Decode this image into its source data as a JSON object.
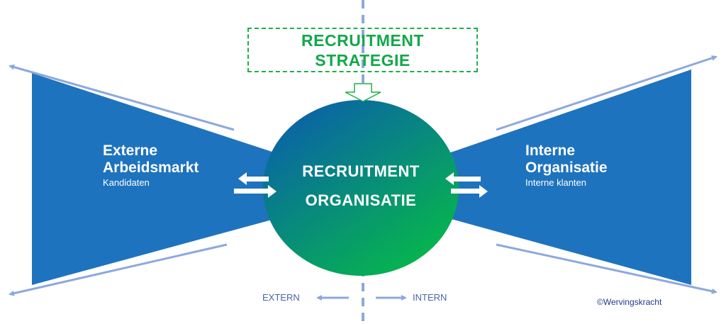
{
  "strategy": {
    "line1": "RECRUITMENT",
    "line2": "STRATEGIE"
  },
  "center": {
    "line1": "RECRUITMENT",
    "line2": "ORGANISATIE"
  },
  "left_wing": {
    "title1": "Externe",
    "title2": "Arbeidsmarkt",
    "subtitle": "Kandidaten"
  },
  "right_wing": {
    "title1": "Interne",
    "title2": "Organisatie",
    "subtitle": "Interne klanten"
  },
  "bottom": {
    "left_label": "EXTERN",
    "right_label": "INTERN"
  },
  "copyright": "©Wervingskracht",
  "colors": {
    "wing_blue": "#1e73be",
    "arrow_blue": "#8ea8dc",
    "green": "#1fae4b",
    "teal_top": "#0a6aa0",
    "green_bottom": "#08b64a"
  }
}
